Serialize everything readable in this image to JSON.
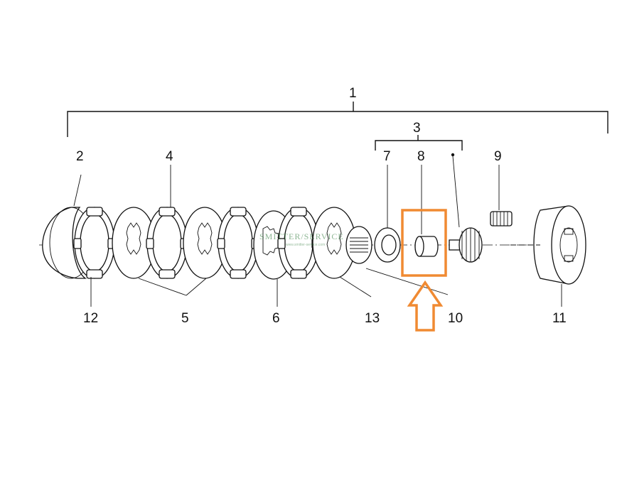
{
  "labels": {
    "assembly": "1",
    "part2": "2",
    "part3": "3",
    "part4": "4",
    "part5": "5",
    "part6": "6",
    "part7": "7",
    "part8": "8",
    "part9": "9",
    "part10": "10",
    "part11": "11",
    "part12": "12",
    "part13": "13"
  },
  "watermark": {
    "text": "SMITTER/SERVICE",
    "subtext": "www.smitter-service.com"
  },
  "highlight": {
    "color": "#f08a32",
    "target_part": "8"
  }
}
